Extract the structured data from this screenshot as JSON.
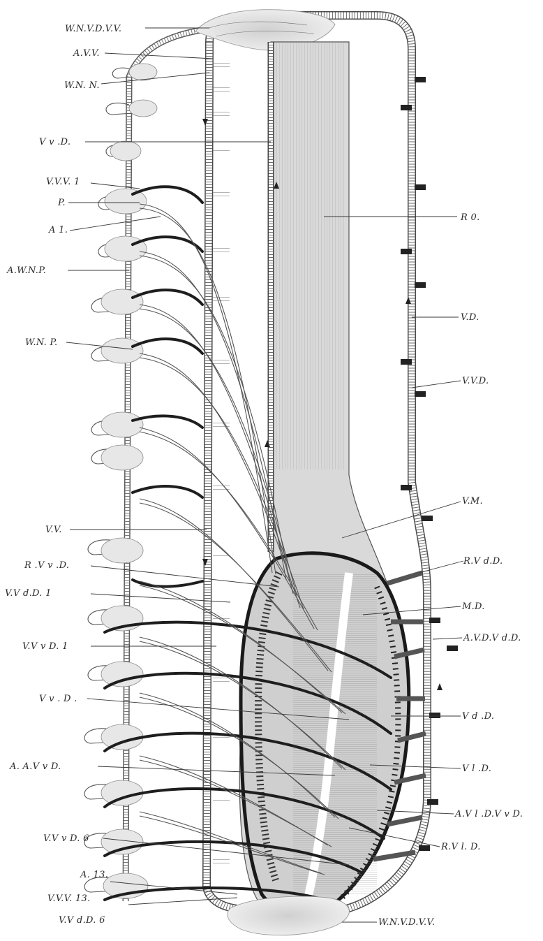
{
  "labels": {
    "wn_vd_vv_top": "W.N.V.D.V.V.",
    "a_vv": "A.V.V.",
    "wn_n": "W.N. N.",
    "vv_d": "V v .D.",
    "v_v_v1": "V.V.V. 1",
    "p": "P.",
    "a1": "A 1.",
    "a_wn_p": "A.W.N.P.",
    "wn_p": "W.N. P.",
    "v_v": "V.V.",
    "r_vv_d": "R .V v .D.",
    "v_vdd1": "V.V d.D. 1",
    "v_vvd1": "V.V v D. 1",
    "vv_d2": "V v . D .",
    "a_a_vvd": "A. A.V v D.",
    "v_vvd6": "V.V v D. 6",
    "a13": "A. 13.",
    "v_v_v13": "V.V.V. 13.",
    "v_vdd6": "V.V d.D. 6",
    "r_o": "R 0.",
    "v_d": "V.D.",
    "v_v_d": "V.V.D.",
    "v_m": "V.M.",
    "r_vd_d": "R.V d.D.",
    "m_d": "M.D.",
    "a_vd_vdd": "A.V.D.V d.D.",
    "vd_d": "V d .D.",
    "vl_d": "V l .D.",
    "a_vl_d_vvd": "A.V l .D.V v D.",
    "r_vl_d": "R.V l. D.",
    "wn_vd_vv_bottom": "W.N.V.D.V.V."
  }
}
